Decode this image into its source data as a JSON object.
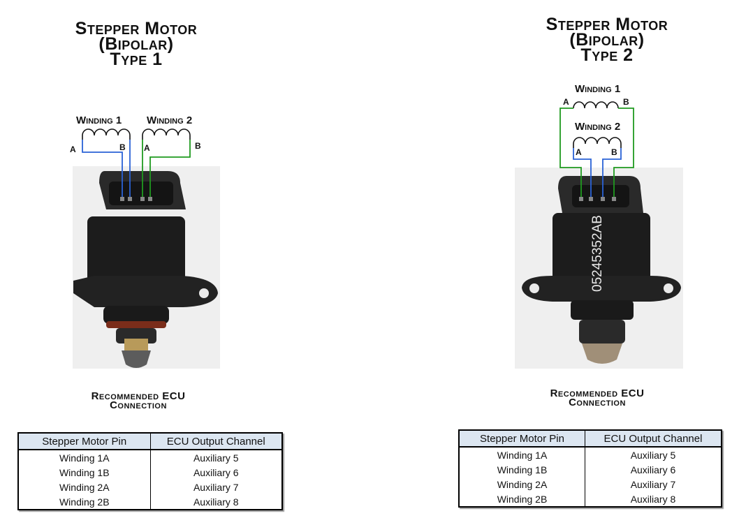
{
  "type1": {
    "title": [
      "Stepper Motor",
      "(Bipolar)",
      "Type 1"
    ],
    "winding1": "Winding 1",
    "winding2": "Winding 2",
    "pins": {
      "w1a": "A",
      "w1b": "B",
      "w2a": "A",
      "w2b": "B"
    },
    "subtitle": [
      "Recommended ECU",
      "Connection"
    ],
    "table": {
      "headers": [
        "Stepper Motor Pin",
        "ECU Output Channel"
      ],
      "rows": [
        [
          "Winding 1A",
          "Auxiliary 5"
        ],
        [
          "Winding 1B",
          "Auxiliary 6"
        ],
        [
          "Winding 2A",
          "Auxiliary 7"
        ],
        [
          "Winding 2B",
          "Auxiliary 8"
        ]
      ]
    }
  },
  "type2": {
    "title": [
      "Stepper Motor",
      "(Bipolar)",
      "Type 2"
    ],
    "winding1": "Winding 1",
    "winding2": "Winding 2",
    "pins": {
      "w1a": "A",
      "w1b": "B",
      "w2a": "A",
      "w2b": "B"
    },
    "part_number": "0524535​2AB",
    "subtitle": [
      "Recommended ECU",
      "Connection"
    ],
    "table": {
      "headers": [
        "Stepper Motor Pin",
        "ECU Output Channel"
      ],
      "rows": [
        [
          "Winding 1A",
          "Auxiliary 5"
        ],
        [
          "Winding 1B",
          "Auxiliary 6"
        ],
        [
          "Winding 2A",
          "Auxiliary 7"
        ],
        [
          "Winding 2B",
          "Auxiliary 8"
        ]
      ]
    }
  },
  "colors": {
    "winding1_wire": "#2a62d6",
    "winding2_wire": "#1f9a1f",
    "table_header_bg": "#dce6f1"
  }
}
